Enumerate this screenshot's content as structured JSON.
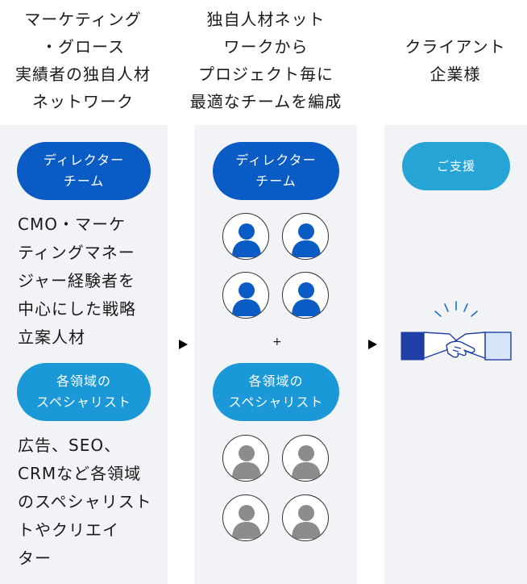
{
  "columns": [
    {
      "header_lines": [
        "マーケティング",
        "・グロース",
        "実績者の独自人材",
        "ネットワーク"
      ]
    },
    {
      "header_lines": [
        "独自人材ネット",
        "ワークから",
        "プロジェクト毎に",
        "最適なチームを編成"
      ]
    },
    {
      "header_lines": [
        "クライアント",
        "企業様"
      ]
    }
  ],
  "left": {
    "director_pill": [
      "ディレクター",
      "チーム"
    ],
    "director_desc": [
      "CMO・マーケ",
      "ティングマネー",
      "ジャー経験者を",
      "中心にした戦略",
      "立案人材"
    ],
    "specialist_pill": [
      "各領域の",
      "スペシャリスト"
    ],
    "specialist_desc": [
      "広告、SEO、",
      "CRMなど各領域",
      "のスペシャリスト",
      "トやクリエイ",
      "ター"
    ]
  },
  "middle": {
    "director_pill": [
      "ディレクター",
      "チーム"
    ],
    "plus": "+",
    "specialist_pill": [
      "各領域の",
      "スペシャリスト"
    ]
  },
  "right": {
    "support_pill": "ご支援"
  },
  "colors": {
    "dark_blue": "#0a5bc4",
    "light_blue": "#1a98d8",
    "avatar_blue": "#0a5bc4",
    "avatar_gray": "#8c8c8c",
    "panel": "#f1f3f6"
  },
  "icons": [
    "person-icon",
    "handshake-icon",
    "arrow-right-icon"
  ]
}
